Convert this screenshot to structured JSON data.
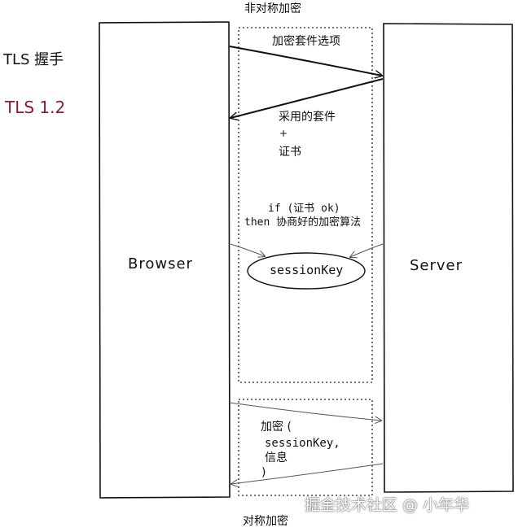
{
  "labels": {
    "top_title": "非对称加密",
    "bottom_title": "对称加密",
    "tls_handshake": "TLS  握手",
    "tls_version": "TLS 1.2",
    "browser": "Browser",
    "server": "Server",
    "msg_cipher_options": "加密套件选项",
    "msg_suite_line1": "采用的套件",
    "msg_suite_plus": "+",
    "msg_suite_line2": "证书",
    "cond_line1": "if (证书 ok)",
    "cond_line2": "then 协商好的加密算法",
    "session_key": "sessionKey",
    "enc_line1": "加密 (",
    "enc_line2": "sessionKey,",
    "enc_line3": "信息",
    "enc_line4": ")",
    "watermark": "掘金技术社区 @ 小年华"
  },
  "colors": {
    "ink": "#111111",
    "tls_version": "#8b1a3c"
  }
}
